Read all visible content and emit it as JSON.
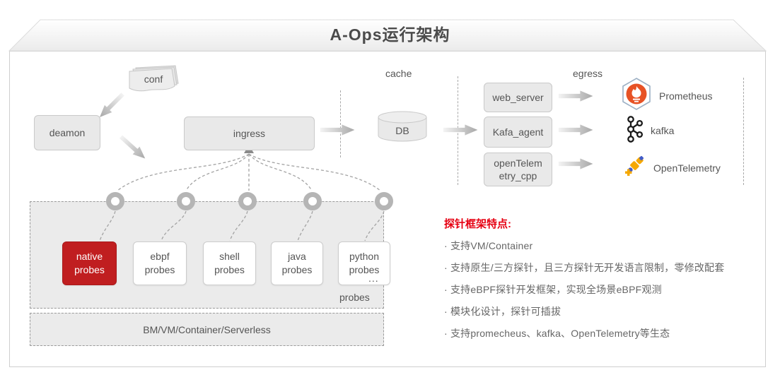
{
  "header": {
    "title": "A-Ops运行架构"
  },
  "flow": {
    "conf": "conf",
    "deamon": "deamon",
    "ingress": "ingress",
    "db": "DB",
    "cache_label": "cache",
    "egress_label": "egress",
    "exporters": [
      "web_server",
      "Kafa_agent",
      "openTelem\netry_cpp"
    ],
    "sinks": [
      {
        "label": "Prometheus",
        "icon": "prometheus-icon"
      },
      {
        "label": "kafka",
        "icon": "kafka-icon"
      },
      {
        "label": "OpenTelemetry",
        "icon": "opentelemetry-icon"
      }
    ]
  },
  "probes": {
    "items": [
      "native\nprobes",
      "ebpf\nprobes",
      "shell\nprobes",
      "java\nprobes",
      "python\nprobes"
    ],
    "ellipsis": "...",
    "group_label": "probes",
    "platform": "BM/VM/Container/Serverless"
  },
  "features": {
    "title": "探针框架特点:",
    "items": [
      "· 支持VM/Container",
      "· 支持原生/三方探针，且三方探针无开发语言限制，零修改配套",
      "· 支持eBPF探针开发框架，实现全场景eBPF观测",
      "· 模块化设计，探针可插拔",
      "· 支持promecheus、kafka、OpenTelemetry等生态"
    ]
  },
  "colors": {
    "highlight_red": "#c01e20",
    "feature_title_red": "#e60012",
    "node_fill": "#e9e9e9",
    "prometheus_orange": "#e75225",
    "kafka_black": "#1a1a1a",
    "otel_orange": "#f5a800",
    "otel_blue": "#425cc7"
  }
}
